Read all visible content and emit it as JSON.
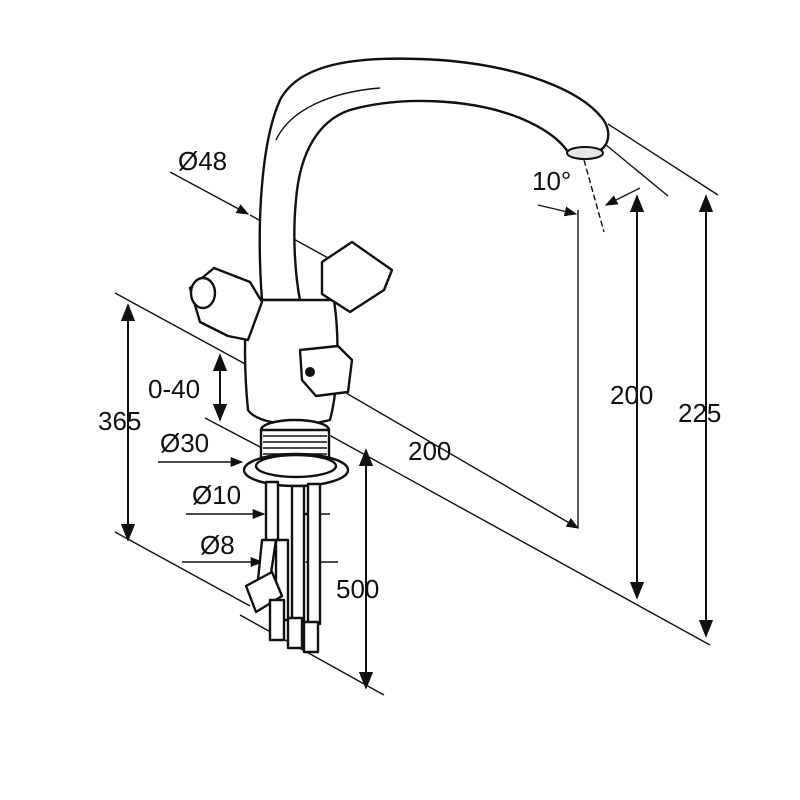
{
  "dimensions": {
    "handle_diameter": "Ø48",
    "spout_angle": "10°",
    "adjust_range": "0-40",
    "total_depth": "365",
    "shank_diameter": "Ø30",
    "hose_diameter_a": "Ø10",
    "hose_diameter_b": "Ø8",
    "hose_length": "500",
    "spout_reach": "200",
    "outlet_height": "200",
    "total_height": "225"
  },
  "colors": {
    "ink": "#111111",
    "background": "#ffffff"
  }
}
